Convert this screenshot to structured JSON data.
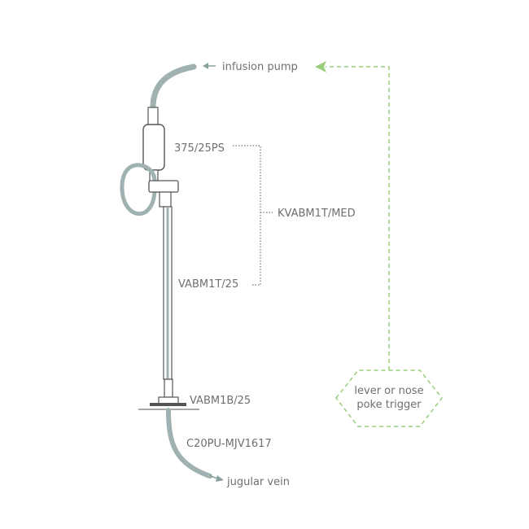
{
  "labels": {
    "infusion_pump": "infusion pump",
    "swivel": "375/25PS",
    "kit": "KVABM1T/MED",
    "tether": "VABM1T/25",
    "button": "VABM1B/25",
    "catheter": "C20PU-MJV1617",
    "jugular_vein": "jugular vein",
    "trigger_line1": "lever or nose",
    "trigger_line2": "poke trigger"
  },
  "colors": {
    "tubing": "#9fb2b1",
    "outline": "#555555",
    "arrow": "#8aa09e",
    "label": "#6f6f6f",
    "bracket": "#777777",
    "trigger": "#9acd7a"
  }
}
